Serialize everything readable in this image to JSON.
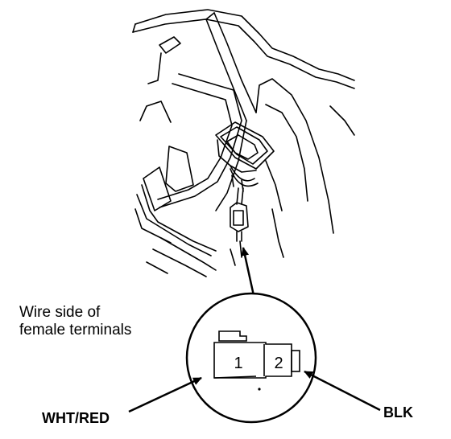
{
  "caption": {
    "line1": "Wire side of",
    "line2": "female terminals"
  },
  "callouts": {
    "left_wire": "WHT/RED",
    "right_wire": "BLK"
  },
  "connector": {
    "terminal_1": "1",
    "terminal_2": "2"
  }
}
